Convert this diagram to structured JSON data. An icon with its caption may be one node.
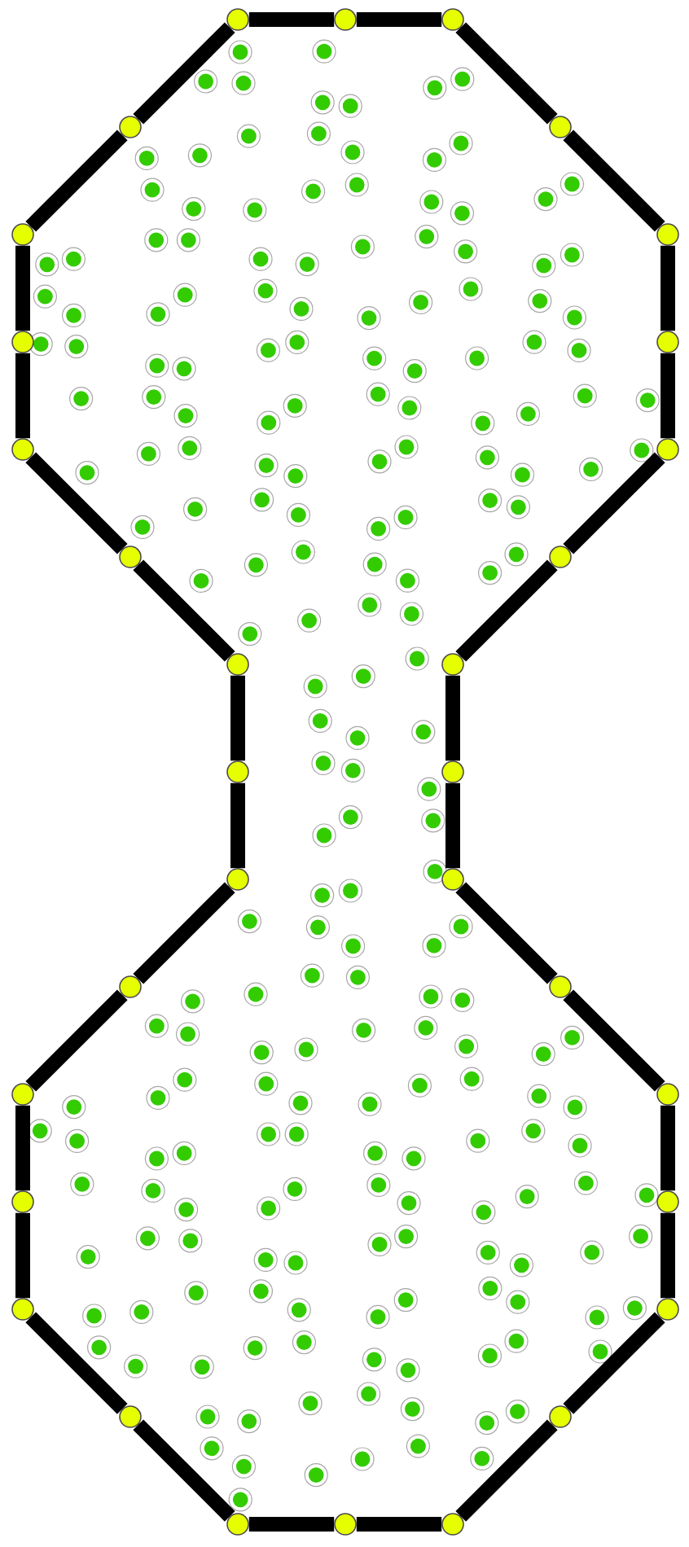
{
  "diagram": {
    "nodes": [
      {
        "text": [],
        "shape": "circle"
      },
      {
        "text": [],
        "shape": "circle"
      },
      {
        "text": [],
        "shape": "circle"
      },
      {
        "text": [],
        "shape": "circle"
      },
      {
        "text": [],
        "shape": "circle"
      },
      {
        "text": [],
        "shape": "circle"
      },
      {
        "text": [],
        "shape": "circle"
      },
      {
        "text": [],
        "shape": "circle"
      },
      {
        "text": [],
        "shape": "circle"
      },
      {
        "text": [],
        "shape": "circle"
      },
      {
        "text": [],
        "shape": "circle"
      },
      {
        "text": [],
        "shape": "circle"
      },
      {
        "text": [],
        "shape": "circle"
      },
      {
        "text": [],
        "shape": "circle"
      },
      {
        "text": [],
        "shape": "circle"
      },
      {
        "text": [],
        "shape": "circle"
      },
      {
        "text": [],
        "shape": "circle"
      },
      {
        "text": [],
        "shape": "circle"
      },
      {
        "text": [],
        "shape": "circle"
      },
      {
        "text": [],
        "shape": "circle"
      },
      {
        "text": [],
        "shape": "circle"
      },
      {
        "text": [],
        "shape": "circle"
      },
      {
        "text": [],
        "shape": "circle"
      },
      {
        "text": [],
        "shape": "circle"
      },
      {
        "text": [],
        "shape": "circle"
      },
      {
        "text": [],
        "shape": "circle"
      },
      {
        "text": [],
        "shape": "circle"
      },
      {
        "text": [],
        "shape": "circle"
      },
      {
        "text": [],
        "shape": "circle"
      },
      {
        "text": [],
        "shape": "circle"
      },
      {
        "text": [],
        "shape": "circle"
      },
      {
        "text": [],
        "shape": "circle"
      }
    ],
    "edges": [
      {
        "from": 0,
        "to": 1,
        "arrow": "none"
      },
      {
        "from": 1,
        "to": 2,
        "arrow": "none"
      },
      {
        "from": 2,
        "to": 3,
        "arrow": "none"
      },
      {
        "from": 3,
        "to": 4,
        "arrow": "none"
      },
      {
        "from": 4,
        "to": 5,
        "arrow": "none"
      },
      {
        "from": 5,
        "to": 6,
        "arrow": "none"
      },
      {
        "from": 6,
        "to": 7,
        "arrow": "none"
      },
      {
        "from": 7,
        "to": 8,
        "arrow": "none"
      },
      {
        "from": 8,
        "to": 9,
        "arrow": "none"
      },
      {
        "from": 9,
        "to": 10,
        "arrow": "none"
      },
      {
        "from": 10,
        "to": 11,
        "arrow": "none"
      },
      {
        "from": 11,
        "to": 12,
        "arrow": "none"
      },
      {
        "from": 12,
        "to": 13,
        "arrow": "none"
      },
      {
        "from": 13,
        "to": 14,
        "arrow": "none"
      },
      {
        "from": 14,
        "to": 15,
        "arrow": "none"
      },
      {
        "from": 15,
        "to": 16,
        "arrow": "none"
      },
      {
        "from": 16,
        "to": 17,
        "arrow": "none"
      },
      {
        "from": 17,
        "to": 18,
        "arrow": "none"
      },
      {
        "from": 18,
        "to": 19,
        "arrow": "none"
      },
      {
        "from": 19,
        "to": 20,
        "arrow": "none"
      },
      {
        "from": 20,
        "to": 21,
        "arrow": "none"
      },
      {
        "from": 21,
        "to": 22,
        "arrow": "none"
      },
      {
        "from": 22,
        "to": 23,
        "arrow": "none"
      },
      {
        "from": 23,
        "to": 24,
        "arrow": "none"
      },
      {
        "from": 24,
        "to": 25,
        "arrow": "none"
      },
      {
        "from": 25,
        "to": 26,
        "arrow": "none"
      },
      {
        "from": 26,
        "to": 27,
        "arrow": "none"
      },
      {
        "from": 27,
        "to": 28,
        "arrow": "none"
      },
      {
        "from": 28,
        "to": 29,
        "arrow": "none"
      },
      {
        "from": 29,
        "to": 30,
        "arrow": "none"
      },
      {
        "from": 30,
        "to": 31,
        "arrow": "none"
      },
      {
        "from": 31,
        "to": 0,
        "arrow": "none"
      }
    ]
  }
}
